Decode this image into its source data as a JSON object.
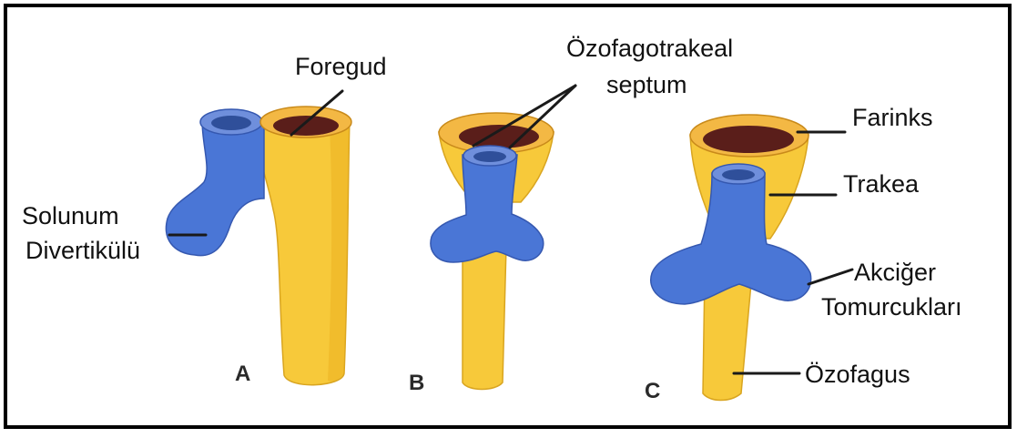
{
  "diagram": {
    "panels": [
      {
        "letter": "A"
      },
      {
        "letter": "B"
      },
      {
        "letter": "C"
      }
    ],
    "labels": {
      "foregud": "Foregud",
      "ozofagotrakeal_line1": "Özofagotrakeal",
      "ozofagotrakeal_line2": "septum",
      "solunum_line1": "Solunum",
      "solunum_line2": "Divertikülü",
      "farinks": "Farinks",
      "trakea": "Trakea",
      "akciger_line1": "Akciğer",
      "akciger_line2": "Tomurcukları",
      "ozofagus": "Özofagus"
    },
    "colors": {
      "endoderm_digestive": "#f7c93a",
      "endoderm_respiratory": "#4a76d6",
      "lumen": "#5a1e1a",
      "frame": "#000000"
    }
  }
}
